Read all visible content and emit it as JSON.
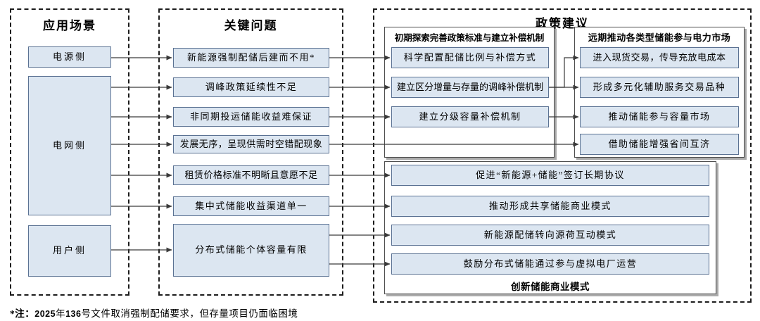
{
  "colors": {
    "box_fill": "#dce6f1",
    "box_border": "#5b7293",
    "panel_dash_border": "#1c1c1c",
    "group_border": "#4d4d4d",
    "group_shadow": "#ababab",
    "arrow": "#3a3a3a",
    "text": "#000000"
  },
  "scenarios": {
    "title": "应用场景",
    "items": [
      {
        "label": "电源侧"
      },
      {
        "label": "电网侧"
      },
      {
        "label": "用户侧"
      }
    ]
  },
  "issues": {
    "title": "关键问题",
    "items": [
      {
        "label": "新能源强制配储后建而不用*"
      },
      {
        "label": "调峰政策延续性不足"
      },
      {
        "label": "非同期投运储能收益难保证"
      },
      {
        "label": "发展无序，呈现供需时空错配现象"
      },
      {
        "label": "租赁价格标准不明晰且意愿不足"
      },
      {
        "label": "集中式储能收益渠道单一"
      },
      {
        "label": "分布式储能个体容量有限"
      }
    ]
  },
  "policies": {
    "title": "政策建议",
    "group_early": {
      "title": "初期探索完善政策标准与建立补偿机制",
      "items": [
        {
          "label": "科学配置配储比例与补偿方式"
        },
        {
          "label": "建立区分增量与存量的调峰补偿机制"
        },
        {
          "label": "建立分级容量补偿机制"
        }
      ]
    },
    "group_market": {
      "title": "远期推动各类型储能参与电力市场",
      "items": [
        {
          "label": "进入现货交易，传导充放电成本"
        },
        {
          "label": "形成多元化辅助服务交易品种"
        },
        {
          "label": "推动储能参与容量市场"
        },
        {
          "label": "借助储能增强省间互济"
        }
      ]
    },
    "group_business": {
      "title": "创新储能商业模式",
      "items": [
        {
          "label": "促进“新能源+储能”签订长期协议"
        },
        {
          "label": "推动形成共享储能商业模式"
        },
        {
          "label": "新能源配储转向源荷互动模式"
        },
        {
          "label": "鼓励分布式储能通过参与虚拟电厂运营"
        }
      ]
    }
  },
  "footnote": {
    "segments": [
      {
        "text": "*注：",
        "bold": true,
        "num": false
      },
      {
        "text": "2025",
        "bold": true,
        "num": true
      },
      {
        "text": "年",
        "bold": false,
        "num": false
      },
      {
        "text": "136",
        "bold": true,
        "num": true
      },
      {
        "text": "号文件取消强制配储要求，但存量项目仍面临困境",
        "bold": false,
        "num": false
      }
    ]
  }
}
